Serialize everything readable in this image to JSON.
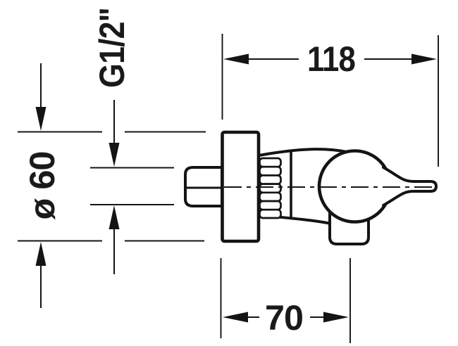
{
  "drawing": {
    "background": "#ffffff",
    "line_color": "#141414",
    "labels": {
      "total_depth": "118",
      "outlet_offset": "70",
      "flange_diameter": "ø 60",
      "connection_thread": "G1/2\""
    }
  }
}
